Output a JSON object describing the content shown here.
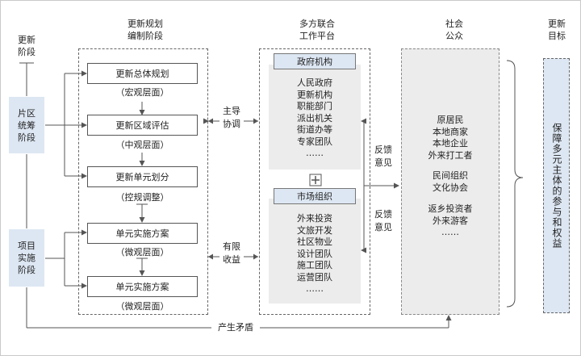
{
  "headers": {
    "stage": [
      "更新",
      "阶段"
    ],
    "planning": [
      "更新规划",
      "编制阶段"
    ],
    "platform": [
      "多方联合",
      "工作平台"
    ],
    "public": [
      "社会",
      "公众"
    ],
    "goal": [
      "更新",
      "目标"
    ]
  },
  "stages": {
    "district": [
      "片区",
      "统筹",
      "阶段"
    ],
    "project": [
      "项目",
      "实施",
      "阶段"
    ]
  },
  "plans": [
    {
      "box": "更新总体规划",
      "level": "（宏观层面）"
    },
    {
      "box": "更新区域评估",
      "level": "（中观层面）"
    },
    {
      "box": "更新单元划分",
      "level": "（控规调整）"
    },
    {
      "box": "单元实施方案",
      "level": "（微观层面）"
    },
    {
      "box": "单元实施方案",
      "level": "（微观层面）"
    }
  ],
  "platform": {
    "gov": {
      "title": "政府机构",
      "items": [
        "人民政府",
        "更新机构",
        "职能部门",
        "派出机关",
        "街道办等",
        "专家团队",
        "……"
      ]
    },
    "market": {
      "title": "市场组织",
      "items": [
        "外来投资",
        "文旅开发",
        "社区物业",
        "设计团队",
        "施工团队",
        "运营团队",
        "……"
      ]
    }
  },
  "public": {
    "group1": [
      "原居民",
      "本地商家",
      "本地企业",
      "外来打工者"
    ],
    "group2": [
      "民间组织",
      "文化协会"
    ],
    "group3": [
      "返乡投资者",
      "外来游客",
      "……"
    ]
  },
  "links": {
    "lead": [
      "主导",
      "协调"
    ],
    "limited": [
      "有限",
      "收益"
    ],
    "feedback1": [
      "反馈",
      "意见"
    ],
    "feedback2": [
      "反馈",
      "意见"
    ],
    "conflict": "产生矛盾"
  },
  "goal_text": "保障多元主体的参与和权益",
  "colors": {
    "stage_fill": "#dde7f3",
    "panel_fill": "#ececec",
    "line": "#555555"
  }
}
